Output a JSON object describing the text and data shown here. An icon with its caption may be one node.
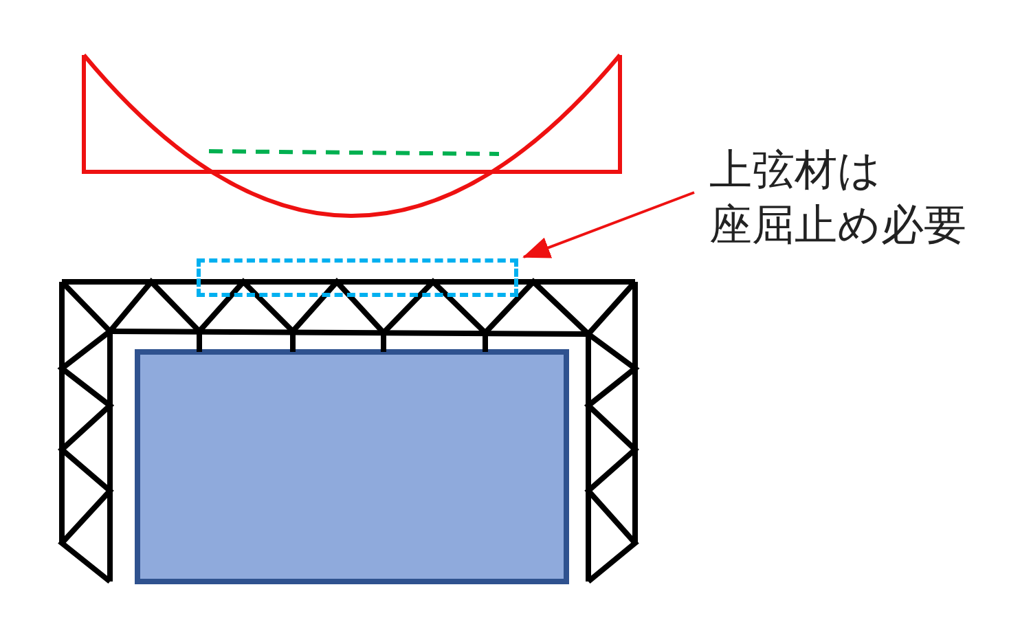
{
  "diagram": {
    "nodes": [
      {
        "text": [
          "上弦材は座屈止め必要"
        ]
      },
      {
        "text": [],
        "shape": "box"
      }
    ],
    "edges": [
      {
        "from": 0,
        "to": 1,
        "arrow": "to"
      }
    ]
  }
}
